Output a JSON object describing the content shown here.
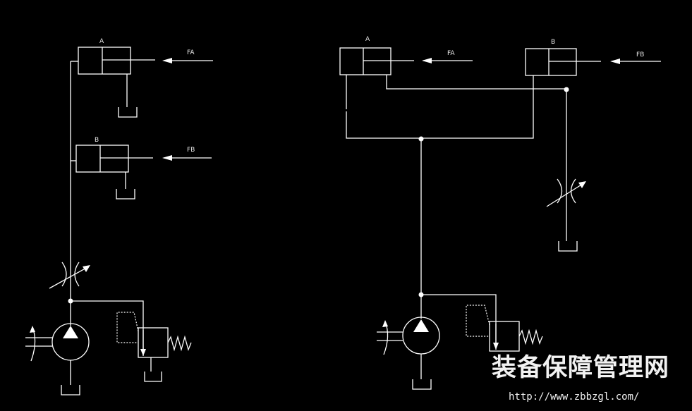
{
  "left_circuit": {
    "cyl_a_label": "A",
    "cyl_b_label": "B",
    "force_a_label": "FA",
    "force_b_label": "FB"
  },
  "right_circuit": {
    "cyl_a_label": "A",
    "cyl_b_label": "B",
    "force_a_label": "FA",
    "force_b_label": "FB"
  },
  "watermark": {
    "site_name": "装备保障管理网",
    "url": "http://www.zbbzgl.com/"
  }
}
